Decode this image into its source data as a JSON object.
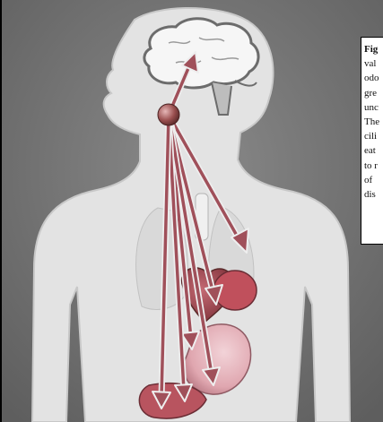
{
  "caption": {
    "lines": [
      "Fig",
      "val",
      "odo",
      "gre",
      "unc",
      "The",
      "cili",
      "eat",
      "to r",
      "of",
      "dis"
    ]
  },
  "colors": {
    "background": "#6f6f6f",
    "body_silhouette": "#e3e3e3",
    "brain": "#f6f6f6",
    "nerve_node": "#9a4f4f",
    "arrow_fill": "#a0505a",
    "arrow_outline": "#eeeeee",
    "organ_red": "#a9454f",
    "organ_pink": "#e7b0b8",
    "lungs": "#d9d9d9"
  },
  "icons": [
    "brain-icon",
    "nerve-node-icon",
    "arrow-icon"
  ]
}
